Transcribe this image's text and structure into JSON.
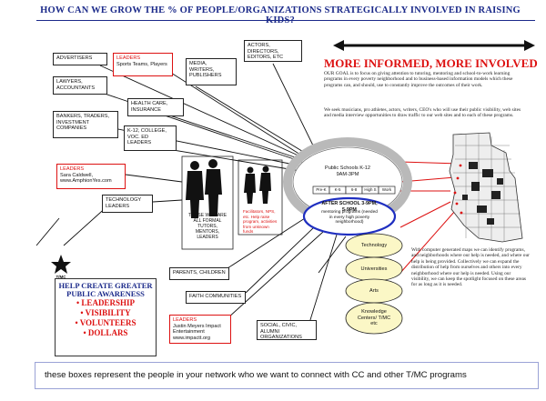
{
  "title": "HOW CAN WE GROW THE % OF PEOPLE/ORGANIZATIONS STRATEGICALLY INVOLVED IN RAISING KIDS?",
  "heading": "MORE INFORMED, MORE INVOLVED",
  "paragraph_goal": "OUR GOAL is to focus on giving attention to tutoring, mentoring and school-to-work learning programs in every poverty neighborhood and to business-based information models which these programs can, and should, use to constantly improve the outcomes of their work.",
  "paragraph_ask": "We seek musicians, pro athletes, actors, writers, CEO's who will use their public visibility, web sites and media interview opportunities to draw traffic to our web sites and to each of these programs.",
  "paragraph_map": "With computer generated maps we can identify programs, and neighborhoods where our help is needed, and where our help is being provided. Collectively we can expand the distribution of help from ourselves and others into every neighborhood where our help is needed. Using our visibility, we can keep the spotlight focused on these areas for as long as it is needed.",
  "boxes": {
    "advertisers": "ADVERTISERS",
    "leaders_sports_label": "LEADERS",
    "leaders_sports_text": "Sports Teams, Players",
    "media": "MEDIA, WRITERS, PUBLISHERS",
    "actors": "ACTORS, DIRECTORS, EDITORS, ETC",
    "lawyers": "LAWYERS, ACCOUNTANTS",
    "health": "HEALTH CARE, INSURANCE",
    "bankers": "BANKERS, TRADERS, INVESTMENT COMPANIES",
    "k12_college": "K-12, COLLEGE, VOC. ED LEADERS",
    "leaders_sara_label": "LEADERS",
    "leaders_sara_text": "Sara Caldwell, www.AmphionYes.com",
    "technology": "TECHNOLOGY LEADERS",
    "people_label": "THOSE WHO ARE ALL FORMAL TUTORS, MENTORS, LEADERS",
    "facilitators": "Facilitators, NPS, etc. Help raise program, activities from unknown funds",
    "parents": "PARENTS, CHILDREN",
    "faith": "FAITH COMMUNITIES",
    "leaders_justin_label": "LEADERS",
    "leaders_justin_text": "Justin Meyers Impact Entertainment www.impactt.org",
    "social": "SOCIAL, CIVIC, ALUMNI ORGANIZATIONS"
  },
  "school": {
    "public": "Public Schools K-12 9AM-3PM",
    "grades": [
      "Pre-K",
      "K-5",
      "6-8",
      "High S",
      "Work"
    ],
    "after_title": "AFTER SCHOOL 3-9PM, 5-9PM",
    "after_text": "mentoring programs (needed in every high poverty neighborhood)"
  },
  "stack": [
    "Technology",
    "Universities",
    "Arts",
    "Knowledge Centers/ T/MC etc"
  ],
  "help": {
    "heading": "HELP CREATE GREATER PUBLIC AWARENESS",
    "items": [
      "• LEADERSHIP",
      "• VISIBILITY",
      "• VOLUNTEERS",
      "• DOLLARS"
    ]
  },
  "stamp": "T/MC",
  "banner": "these boxes represent the people in your network who we want to connect with CC and other T/MC programs",
  "colors": {
    "navy": "#1b2a8a",
    "red": "#d11111",
    "ring": "#b9b9b9",
    "blue_ring": "#1f2fc0",
    "yellow": "#fbf7c6"
  }
}
